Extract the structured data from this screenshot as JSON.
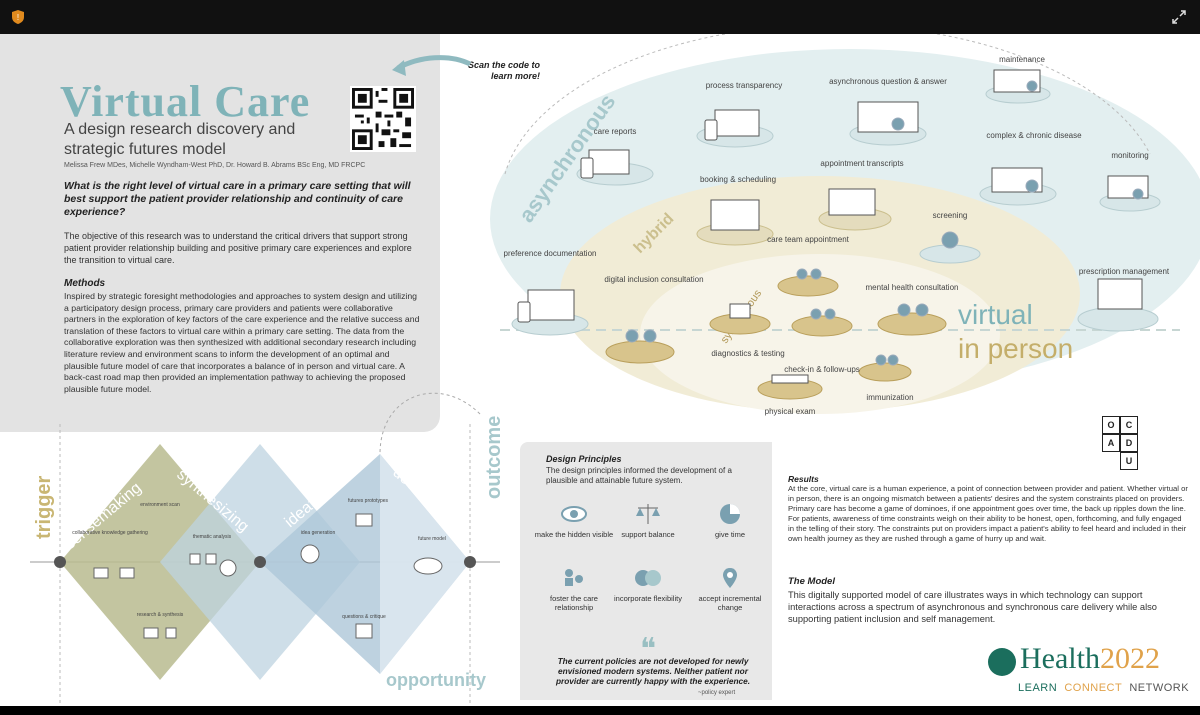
{
  "poster": {
    "title": "Virtual Care",
    "subtitle": "A design research discovery and strategic futures model",
    "authors": "Melissa Frew MDes, Michelle Wyndham-West PhD, Dr. Howard B. Abrams BSc Eng, MD FRCPC",
    "question": "What is the right level of virtual care in a primary care setting that will best support the patient provider relationship and continuity of care experience?",
    "objective": "The objective of this research was to understand the critical drivers that support strong patient provider relationship building and positive primary care experiences and explore the transition to virtual care.",
    "methods_title": "Methods",
    "methods": "Inspired by strategic foresight methodologies and approaches to system design and utilizing a participatory design process, primary care providers and patients were collaborative partners in the exploration of key factors of the care experience and the relative success and translation of these factors to virtual care within a primary care setting. The data from the collaborative exploration was then synthesized with additional secondary research including literature review and environment scans to inform the development of an optimal and plausible future model of care that incorporates a balance of in person and virtual care. A back-cast road map then provided an implementation pathway to achieving the proposed plausible future model.",
    "scan_cta": "Scan the code to learn more!"
  },
  "care_model": {
    "zones": {
      "async": "asynchronous",
      "hybrid": "hybrid",
      "sync": "synchronous",
      "virtual": "virtual",
      "in_person": "in person"
    },
    "nodes": [
      "care reports",
      "process transparency",
      "asynchronous question & answer",
      "maintenance",
      "complex & chronic disease",
      "monitoring",
      "booking & scheduling",
      "appointment transcripts",
      "screening",
      "preference documentation",
      "digital inclusion consultation",
      "care team appointment",
      "mental health consultation",
      "prescription management",
      "diagnostics & testing",
      "check-in & follow-ups",
      "physical exam",
      "immunization"
    ]
  },
  "process": {
    "trigger": "trigger",
    "sensemaking": "sensemaking",
    "synthesizing": "synthesizing",
    "ideating": "ideating",
    "developing": "developing",
    "outcome": "outcome",
    "opportunity": "opportunity",
    "small": [
      "environment scan",
      "collaborative knowledge gathering",
      "thematic analysis",
      "research & synthesis",
      "idea generation",
      "futures prototypes",
      "questions & critique",
      "future model"
    ]
  },
  "design_principles": {
    "title": "Design Principles",
    "intro": "The design principles informed the development of a plausible and attainable future system.",
    "items": [
      "make the hidden visible",
      "support balance",
      "give time",
      "foster the care relationship",
      "incorporate flexibility",
      "accept incremental change"
    ],
    "quote": "The current policies are not developed for newly envisioned modern systems. Neither patient nor provider are currently happy with the experience.",
    "quote_attr": "~policy expert"
  },
  "results": {
    "title": "Results",
    "text": "At the core, virtual care is a human experience, a point of connection between provider and patient. Whether virtual or in person, there is an ongoing mismatch between a patients' desires and the system constraints placed on providers. Primary care has become a game of dominoes, if one appointment goes over time, the back up ripples down the line. For patients, awareness of time constraints weigh on their ability to be honest, open, forthcoming, and fully engaged in the telling of their story. The constraints put on providers impact a patient's ability to feel heard and included in their own health journey as they are rushed through a game of hurry up and wait.",
    "model_title": "The Model",
    "model_text": "This digitally supported model of care illustrates ways in which technology can support interactions across a spectrum of asynchronous and synchronous care delivery while also supporting patient inclusion and self management."
  },
  "logo": {
    "name": "Health",
    "year": "2022",
    "learn": "LEARN",
    "connect": "CONNECT",
    "network": "NETWORK"
  },
  "ocad": [
    "O",
    "C",
    "A",
    "D",
    "U"
  ],
  "colors": {
    "teal": "#7fb3b8",
    "olive": "#b4a36a",
    "brand": "#1b6e5d",
    "accent": "#e0a24a"
  }
}
